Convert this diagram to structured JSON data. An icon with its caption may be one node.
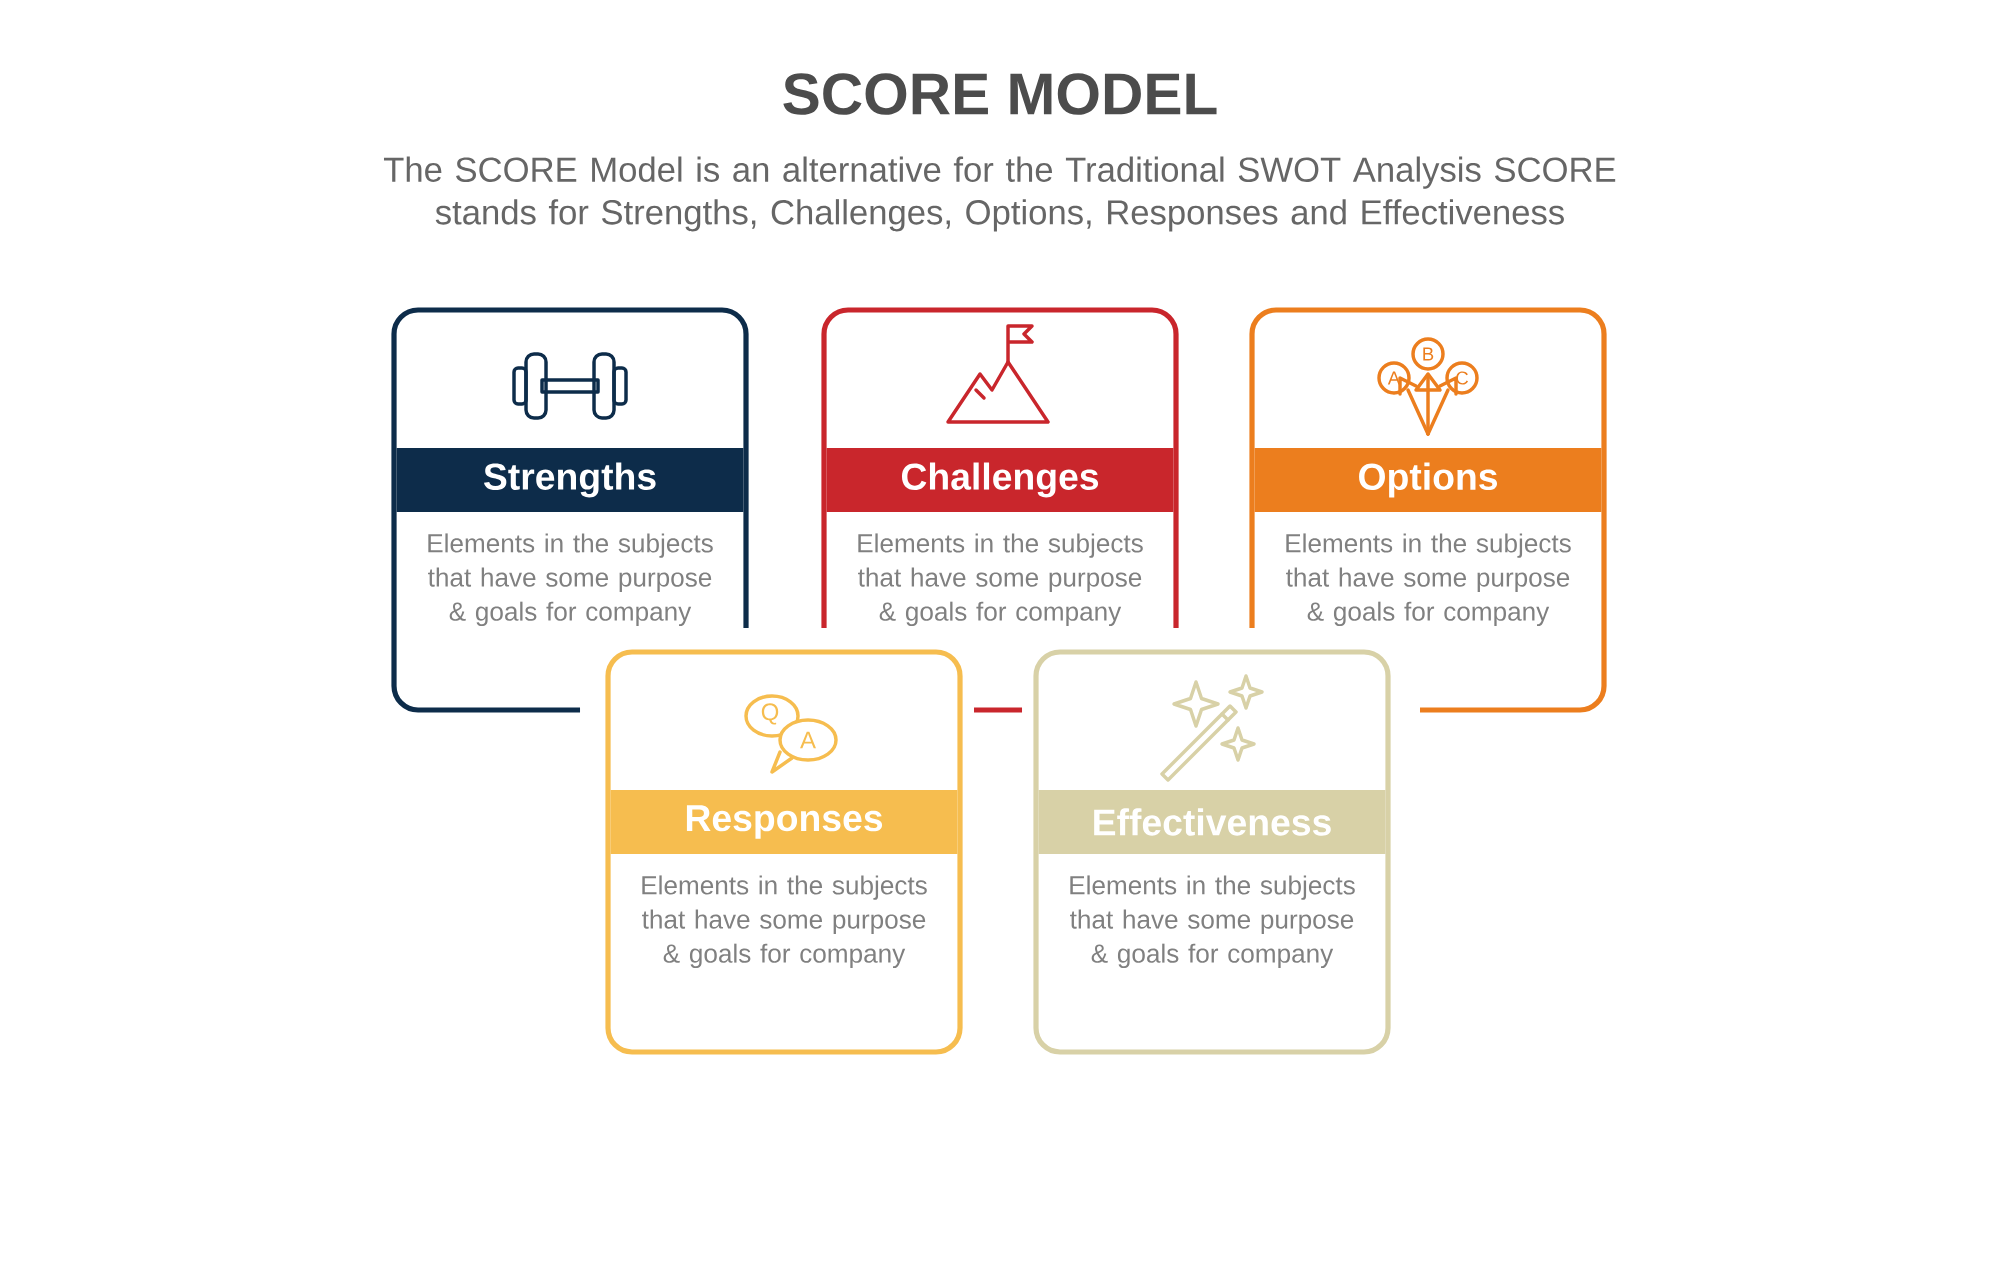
{
  "diagram": {
    "title": "SCORE MODEL",
    "caption": "The SCORE Model is an alternative for the Traditional SWOT Analysis SCORE stands for Strengths, Challenges, Options, Responses and Effectiveness",
    "nodes": [
      {
        "text": [
          "Strengths",
          "Elements in the subjects that have some purpose & goals for company"
        ]
      },
      {
        "text": [
          "Challenges",
          "Elements in the subjects that have some purpose & goals for company"
        ]
      },
      {
        "text": [
          "Options",
          "Elements in the subjects that have some purpose & goals for company"
        ]
      },
      {
        "text": [
          "Responses",
          "Elements in the subjects that have some purpose & goals for company"
        ]
      },
      {
        "text": [
          "Effectiveness",
          "Elements in the subjects that have some purpose & goals for company"
        ]
      }
    ],
    "labels": [
      "B",
      "A",
      "C",
      "Q",
      "A"
    ]
  }
}
